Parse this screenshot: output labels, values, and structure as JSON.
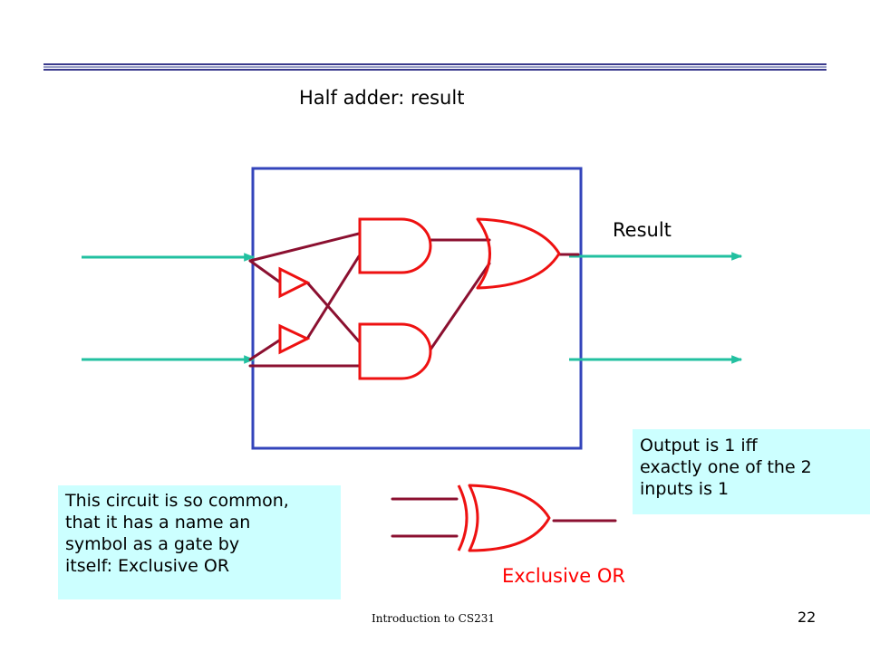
{
  "title": "Half adder: result",
  "labels": {
    "result": "Result",
    "xor_caption": "Exclusive OR"
  },
  "notes": {
    "right": "Output is 1 iff\nexactly one of the 2\ninputs is 1",
    "left": "This circuit is so common,\nthat it has a name an\nsymbol as a gate by\nitself: Exclusive OR"
  },
  "footer": {
    "course": "Introduction to CS231",
    "page_number": "22"
  },
  "colors": {
    "box": "#3344bb",
    "io_wire": "#22c0a0",
    "gate": "#ee1111",
    "inner_wire": "#8b1030",
    "note_bg": "#ccffff",
    "caption": "#ff0000"
  },
  "diagram": {
    "gates": [
      {
        "type": "and",
        "role": "upper-and"
      },
      {
        "type": "and",
        "role": "lower-and"
      },
      {
        "type": "or",
        "role": "combining-or"
      },
      {
        "type": "not",
        "role": "inverter-top"
      },
      {
        "type": "not",
        "role": "inverter-bottom"
      },
      {
        "type": "xor",
        "role": "xor-symbol"
      }
    ],
    "inputs": 2,
    "outputs": 2
  }
}
